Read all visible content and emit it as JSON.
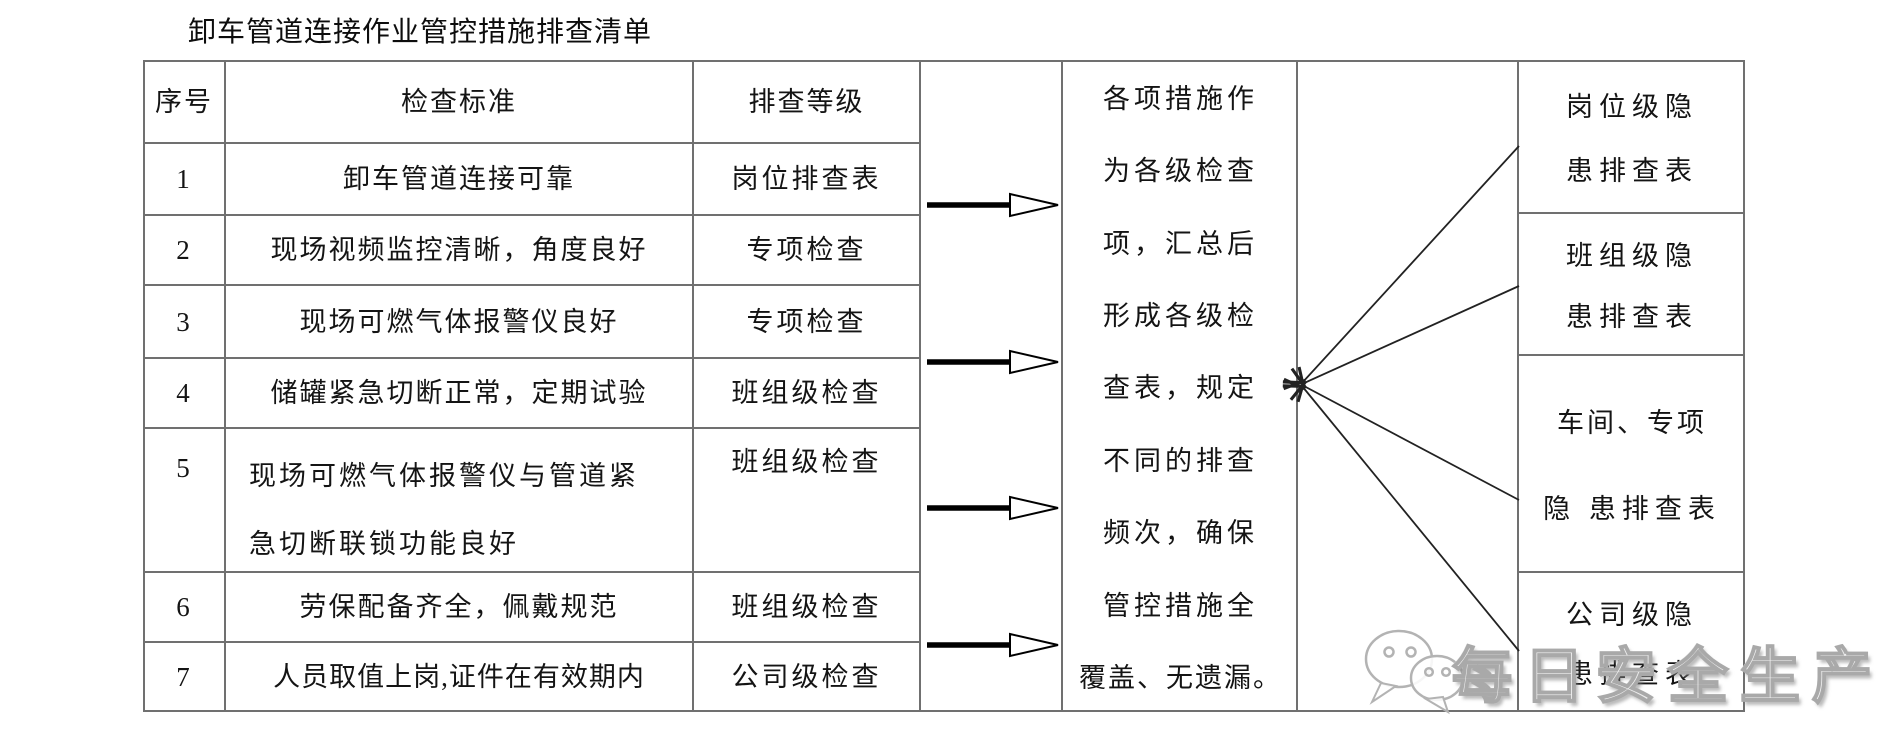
{
  "title": "卸车管道连接作业管控措施排查清单",
  "table": {
    "headers": [
      "序号",
      "检查标准",
      "排查等级"
    ],
    "rows": [
      {
        "no": "1",
        "standard": "卸车管道连接可靠",
        "level": "岗位排查表"
      },
      {
        "no": "2",
        "standard": "现场视频监控清晰，角度良好",
        "level": "专项检查"
      },
      {
        "no": "3",
        "standard": "现场可燃气体报警仪良好",
        "level": "专项检查"
      },
      {
        "no": "4",
        "standard": "储罐紧急切断正常，定期试验",
        "level": "班组级检查"
      },
      {
        "no": "5",
        "standard": "现场可燃气体报警仪与管道紧急切断联锁功能良好",
        "level": "班组级检查"
      },
      {
        "no": "6",
        "standard": "劳保配备齐全，佩戴规范",
        "level": "班组级检查"
      },
      {
        "no": "7",
        "standard": "人员取值上岗,证件在有效期内",
        "level": "公司级检查"
      }
    ]
  },
  "middle": {
    "lines": [
      "各项措施作",
      "为各级检查",
      "项，汇总后",
      "形成各级检",
      "查表，规定",
      "不同的排查",
      "频次，确保",
      "管控措施全",
      "覆盖、无遗漏。"
    ]
  },
  "boxes": [
    {
      "line1": "岗位级隐",
      "line2": "患排查表"
    },
    {
      "line1": "班组级隐",
      "line2": "患排查表"
    },
    {
      "line1": "车间、专项",
      "line2": "隐 患排查表"
    },
    {
      "line1": "公司级隐",
      "line2": "患排查表"
    }
  ],
  "watermark": {
    "text": "每日安全生产",
    "icon": "wechat-bubbles-icon"
  },
  "colors": {
    "table_border": "#707070",
    "flow_arrow": "#000000",
    "fan_line": "#222222",
    "watermark_gray": "#b0b0b0"
  }
}
